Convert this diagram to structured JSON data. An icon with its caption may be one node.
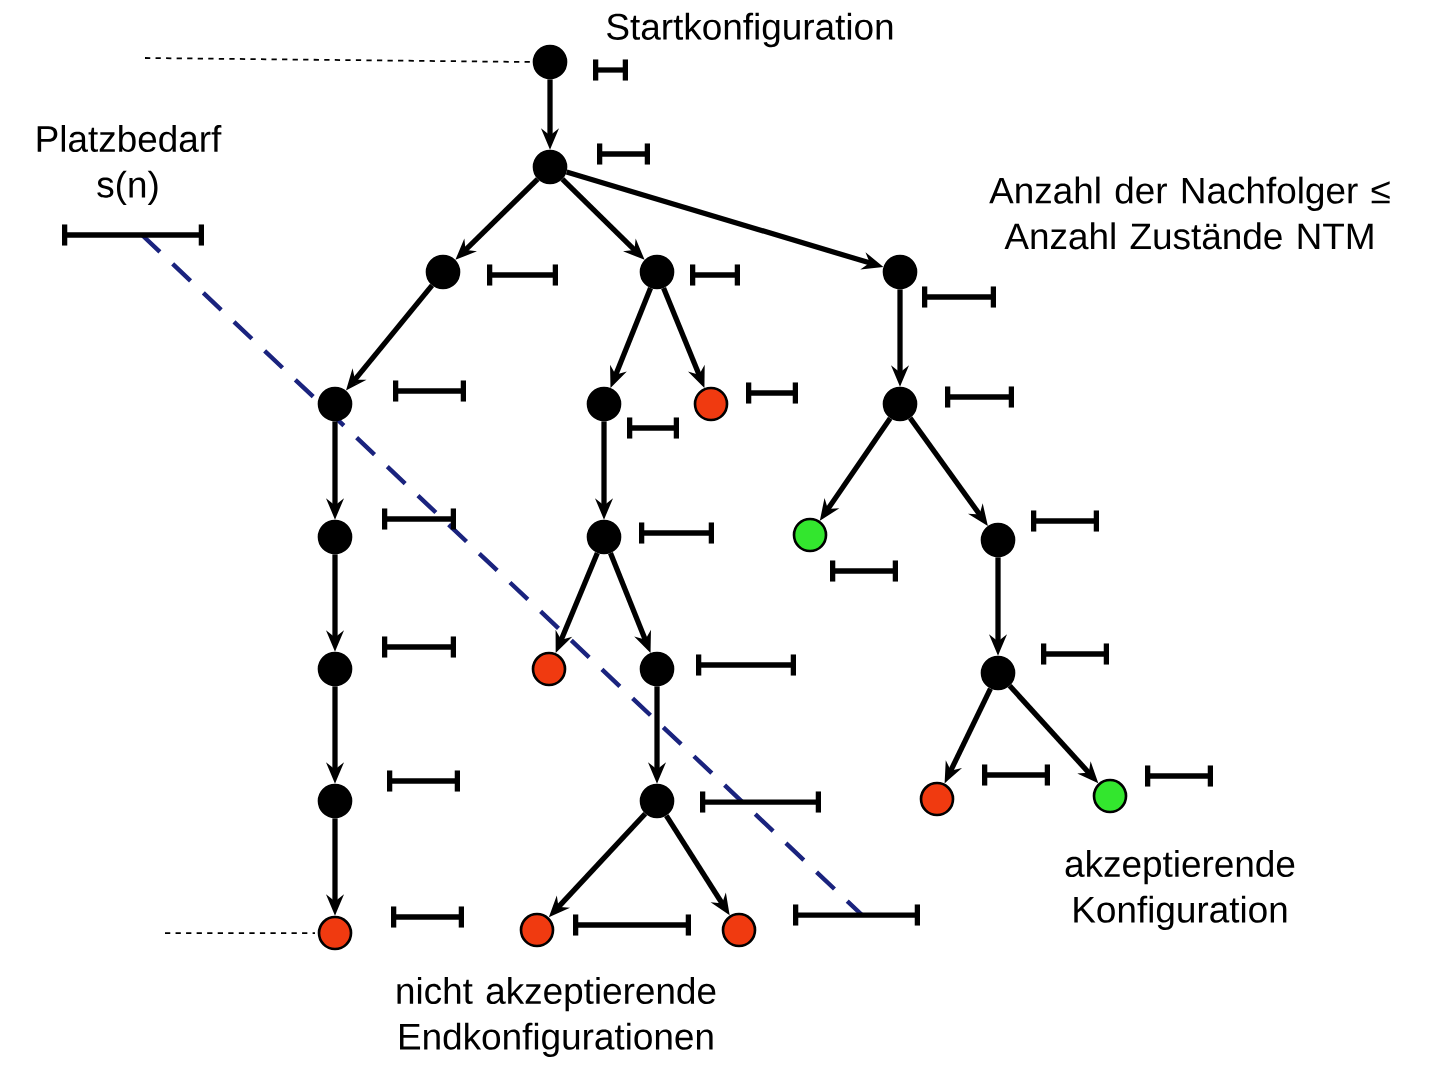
{
  "diagram": {
    "nodes": [
      {
        "text": [],
        "shape": "circle"
      },
      {
        "text": [],
        "shape": "circle"
      },
      {
        "text": [],
        "shape": "circle"
      },
      {
        "text": [],
        "shape": "circle"
      },
      {
        "text": [],
        "shape": "circle"
      },
      {
        "text": [],
        "shape": "circle"
      },
      {
        "text": [],
        "shape": "circle"
      },
      {
        "text": [],
        "shape": "circle"
      },
      {
        "text": [],
        "shape": "circle"
      },
      {
        "text": [],
        "shape": "circle"
      },
      {
        "text": [],
        "shape": "circle"
      },
      {
        "text": [],
        "shape": "circle"
      },
      {
        "text": [],
        "shape": "circle"
      },
      {
        "text": [],
        "shape": "circle"
      },
      {
        "text": [],
        "shape": "circle"
      },
      {
        "text": [],
        "shape": "circle"
      },
      {
        "text": [],
        "shape": "circle"
      },
      {
        "text": [],
        "shape": "circle"
      },
      {
        "text": [],
        "shape": "circle"
      },
      {
        "text": [],
        "shape": "circle"
      },
      {
        "text": [],
        "shape": "circle"
      },
      {
        "text": [],
        "shape": "circle"
      },
      {
        "text": [],
        "shape": "circle"
      },
      {
        "text": [],
        "shape": "circle"
      }
    ],
    "edges": [
      {
        "from": 0,
        "to": 1,
        "arrow": "to"
      },
      {
        "from": 1,
        "to": 2,
        "arrow": "to"
      },
      {
        "from": 1,
        "to": 3,
        "arrow": "to"
      },
      {
        "from": 1,
        "to": 4,
        "arrow": "to"
      },
      {
        "from": 2,
        "to": 5,
        "arrow": "to"
      },
      {
        "from": 3,
        "to": 6,
        "arrow": "to"
      },
      {
        "from": 3,
        "to": 7,
        "arrow": "to"
      },
      {
        "from": 4,
        "to": 8,
        "arrow": "to"
      },
      {
        "from": 5,
        "to": 9,
        "arrow": "to"
      },
      {
        "from": 6,
        "to": 10,
        "arrow": "to"
      },
      {
        "from": 8,
        "to": 11,
        "arrow": "to"
      },
      {
        "from": 8,
        "to": 12,
        "arrow": "to"
      },
      {
        "from": 9,
        "to": 13,
        "arrow": "to"
      },
      {
        "from": 10,
        "to": 14,
        "arrow": "to"
      },
      {
        "from": 10,
        "to": 15,
        "arrow": "to"
      },
      {
        "from": 12,
        "to": 16,
        "arrow": "to"
      },
      {
        "from": 13,
        "to": 17,
        "arrow": "to"
      },
      {
        "from": 15,
        "to": 18,
        "arrow": "to"
      },
      {
        "from": 16,
        "to": 19,
        "arrow": "to"
      },
      {
        "from": 16,
        "to": 20,
        "arrow": "to"
      },
      {
        "from": 17,
        "to": 21,
        "arrow": "to"
      },
      {
        "from": 18,
        "to": 22,
        "arrow": "to"
      },
      {
        "from": 18,
        "to": 23,
        "arrow": "to"
      }
    ],
    "labels": [
      "Startkonfiguration",
      "Platzbedarf s(n)",
      "Anzahl der Nachfolger ≤ Anzahl Zustände NTM",
      "akzeptierende Konfiguration",
      "nicht akzeptierende Endkonfigurationen"
    ]
  }
}
